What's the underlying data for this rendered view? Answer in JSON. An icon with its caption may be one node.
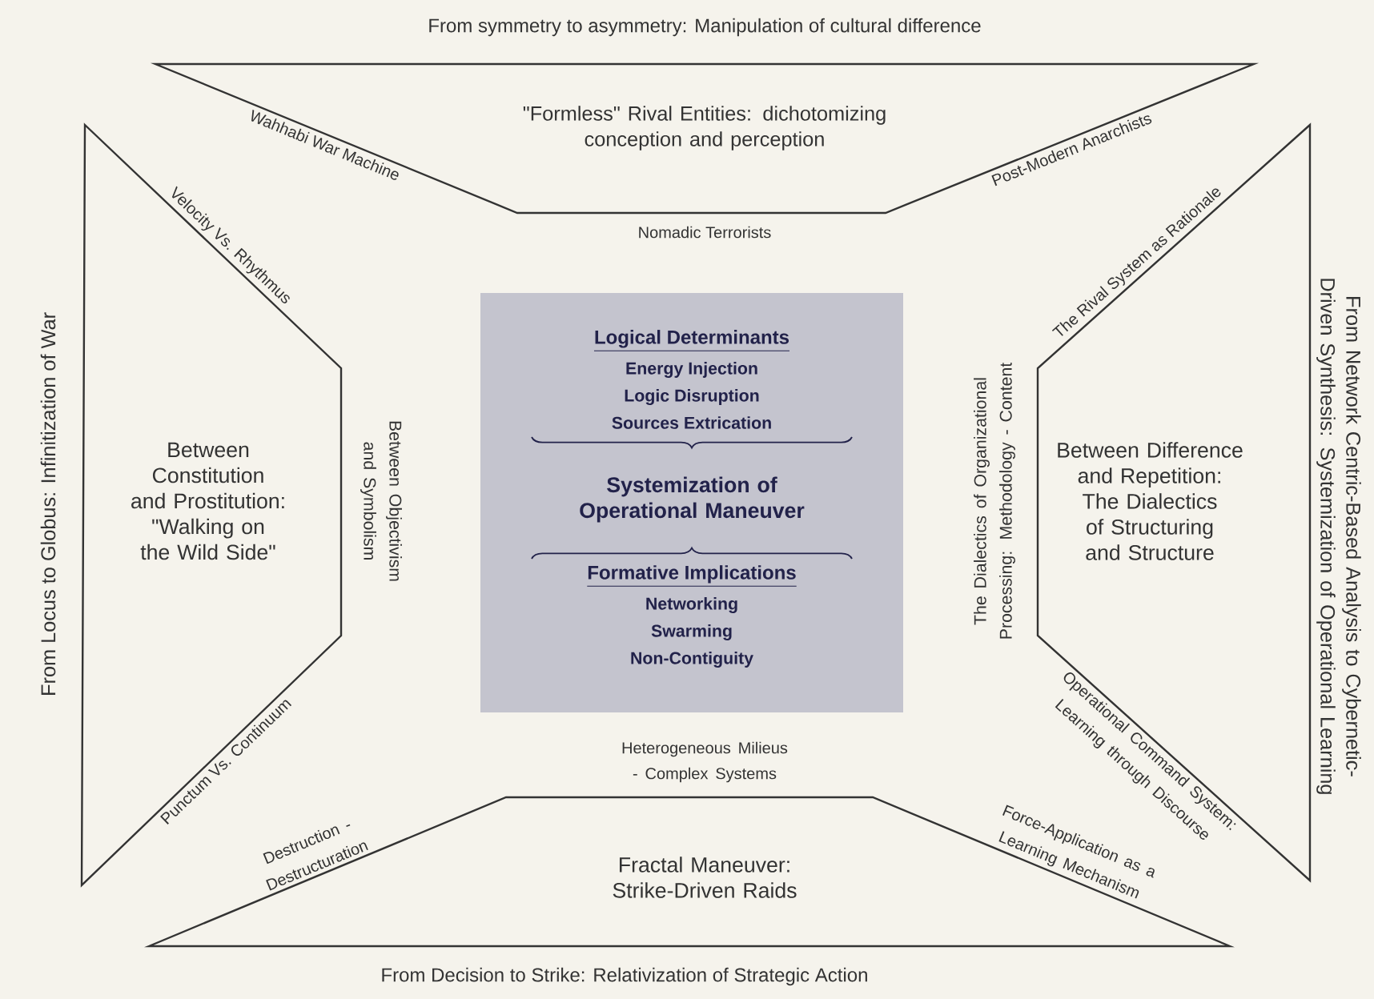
{
  "diagram": {
    "nodes": [
      {
        "text": [
          "\"Formless\" Rival Entities: dichotomizing conception and perception"
        ]
      },
      {
        "text": [
          "Between Constitution and Prostitution: \"Walking on the Wild Side\""
        ]
      },
      {
        "text": [
          "Logical Determinants",
          "Energy Injection",
          "Logic Disruption",
          "Sources Extrication",
          "Systemization of Operational Maneuver",
          "Formative Implications",
          "Networking",
          "Swarming",
          "Non-Contiguity"
        ]
      },
      {
        "text": [
          "Between Difference and Repetition: The Dialectics of Structuring and Structure"
        ]
      },
      {
        "text": [
          "Fractal Maneuver: Strike-Driven Raids"
        ]
      }
    ],
    "labels": [
      "From symmetry to asymmetry: Manipulation of cultural difference",
      "Wahhabi War Machine",
      "Post-Modern Anarchists",
      "Nomadic Terrorists",
      "Velocity Vs. Rhythmus",
      "The Rival System as Rationale",
      "From Locus to Globus: Infinitization of War",
      "Between Objectivism and Symbolism",
      "The Dialectics of Organizational Processing: Methodology - Content",
      "From Network Centric-Based Analysis to Cybernetic-Driven Synthesis: Systemization of Operational Learning",
      "Punctum Vs. Continuum",
      "Operational Command System: Learning through Discourse",
      "Heterogeneous Milieus - Complex Systems",
      "Destruction - Destructuration",
      "Force-Application as a Learning Mechanism",
      "From Decision to Strike: Relativization of Strategic Action"
    ]
  }
}
